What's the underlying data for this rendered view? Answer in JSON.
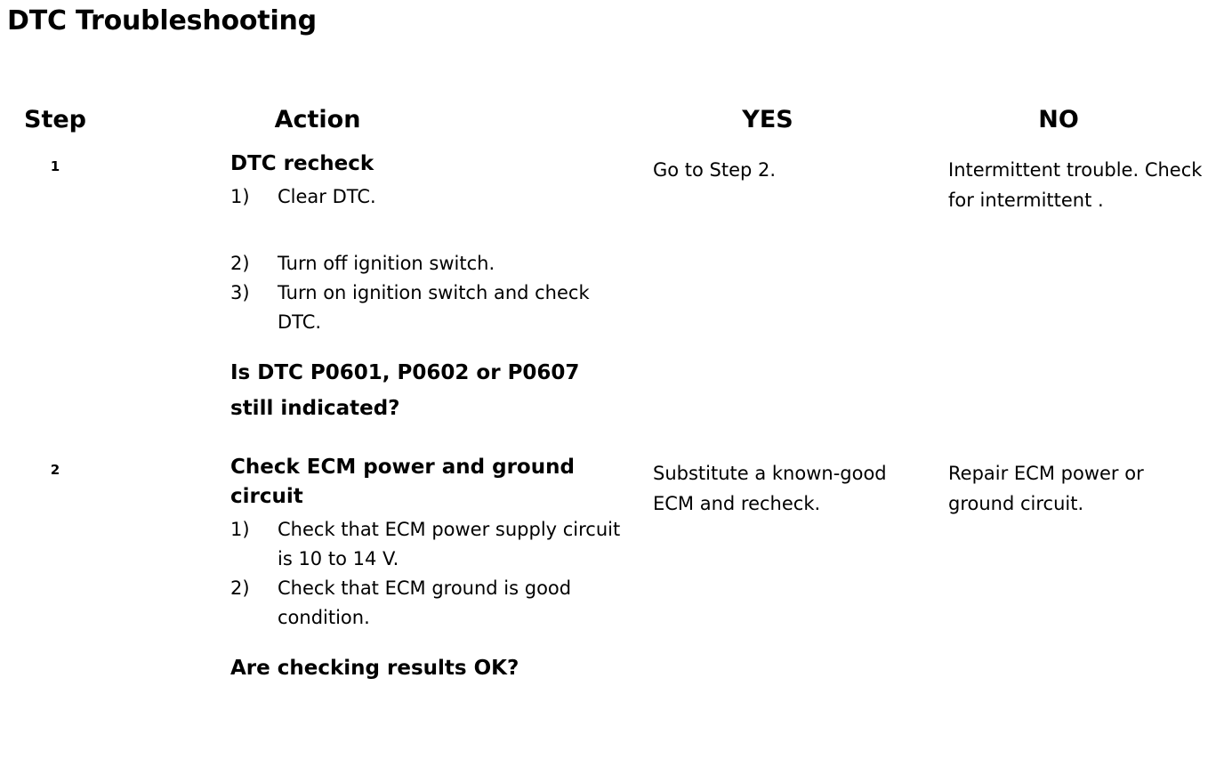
{
  "title": "DTC Troubleshooting",
  "table": {
    "headers": {
      "step": "Step",
      "action": "Action",
      "yes": "YES",
      "no": "NO"
    },
    "rows": [
      {
        "step": "1",
        "action": {
          "heading": "DTC recheck",
          "items": [
            {
              "marker": "1)",
              "text": "Clear DTC."
            },
            {
              "marker": "2)",
              "text": "Turn off ignition switch."
            },
            {
              "marker": "3)",
              "text": "Turn on ignition switch and check DTC."
            }
          ],
          "question": "Is DTC P0601, P0602 or P0607 still indicated?"
        },
        "yes": "Go to Step 2.",
        "no": "Intermittent trouble. Check for intermittent ."
      },
      {
        "step": "2",
        "action": {
          "heading": "Check ECM power and ground circuit",
          "items": [
            {
              "marker": "1)",
              "text": "Check that ECM power supply circuit is 10 to 14 V."
            },
            {
              "marker": "2)",
              "text": "Check that ECM ground is good condition."
            }
          ],
          "question": "Are checking results OK?"
        },
        "yes": "Substitute a known-good ECM and recheck.",
        "no": "Repair ECM power or ground circuit."
      }
    ]
  },
  "colors": {
    "background": "#ffffff",
    "text": "#000000"
  }
}
